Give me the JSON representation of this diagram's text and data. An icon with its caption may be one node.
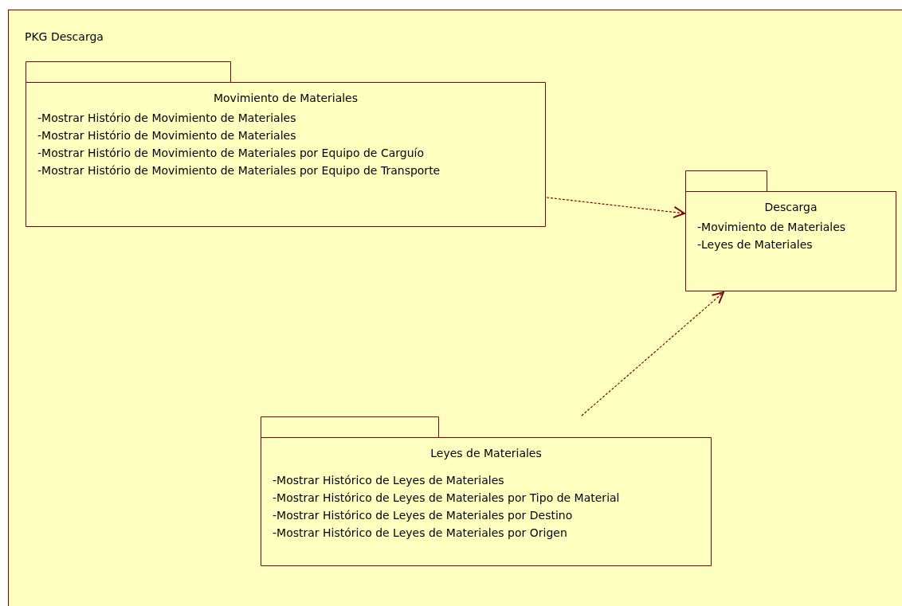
{
  "diagram": {
    "nodes": [
      {
        "text": [
          "PKG Descarga"
        ]
      },
      {
        "text": [
          "Movimiento de Materiales",
          "-Mostrar Histório de Movimiento de Materiales",
          "-Mostrar Histório de Movimiento de Materiales",
          "-Mostrar Histório de Movimiento de Materiales por Equipo de Carguío",
          "-Mostrar Histório de Movimiento de Materiales por Equipo de Transporte"
        ],
        "in": 0
      },
      {
        "text": [
          "Descarga",
          "-Movimiento de Materiales",
          "-Leyes de Materiales"
        ],
        "in": 0
      },
      {
        "text": [
          "Leyes de Materiales",
          "-Mostrar Histórico de Leyes de Materiales",
          "-Mostrar Histórico de Leyes de Materiales por Tipo de Material",
          "-Mostrar Histórico de Leyes de Materiales por Destino",
          "-Mostrar Histórico de Leyes de Materiales por Origen"
        ],
        "in": 0
      }
    ],
    "edges": [
      {
        "from": 1,
        "to": 2,
        "arrow": "to",
        "style": "dashed"
      },
      {
        "from": 3,
        "to": 2,
        "arrow": "to",
        "style": "dashed"
      }
    ]
  }
}
